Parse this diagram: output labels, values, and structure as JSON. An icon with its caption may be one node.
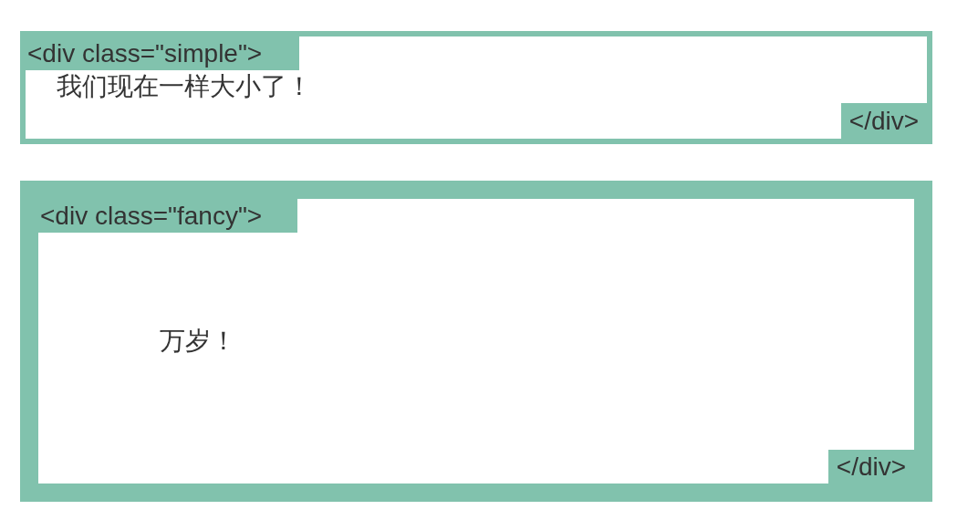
{
  "diagram": {
    "nodes": [
      {
        "text": [
          "我们现在一样大小了！"
        ]
      },
      {
        "text": [
          "<div class=\"simple\">"
        ],
        "in": 0
      },
      {
        "text": [
          "</div>"
        ],
        "in": 0
      },
      {
        "text": [
          "万岁！"
        ]
      },
      {
        "text": [
          "<div class=\"fancy\">"
        ],
        "in": 3
      },
      {
        "text": [
          "</div>"
        ],
        "in": 3
      }
    ]
  }
}
